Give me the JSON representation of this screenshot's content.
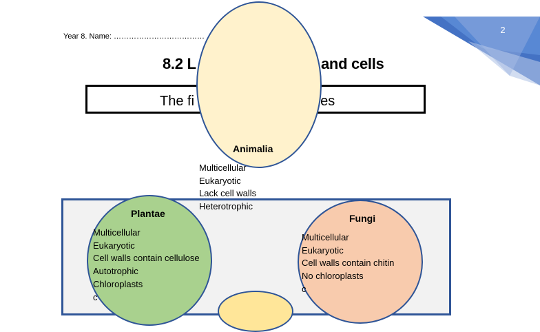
{
  "slide_number": "2",
  "header": {
    "name_line": "Year 8. Name: ………………………………",
    "title_left": "8.2 L",
    "title_right": "and cells",
    "subtitle_left": "The fi",
    "subtitle_right": "uses"
  },
  "kingdoms": {
    "animalia": {
      "name": "Animalia",
      "traits": [
        "Multicellular",
        "Eukaryotic",
        "Lack cell walls",
        "Heterotrophic"
      ]
    },
    "plantae": {
      "name": "Plantae",
      "traits": [
        "Multicellular",
        "Eukaryotic",
        "Cell walls contain cellulose",
        "Autotrophic",
        "Chloroplasts",
        "c"
      ]
    },
    "fungi": {
      "name": "Fungi",
      "traits": [
        "Multicellular",
        "Eukaryotic",
        "Cell walls contain chitin",
        "No chloroplasts",
        "c"
      ]
    }
  },
  "colors": {
    "accent": "#2f5597",
    "animalia_fill": "#fff2cc",
    "plantae_fill": "#a9d18e",
    "fungi_fill": "#f8cbad",
    "bottom_fill": "#ffe699",
    "panel_fill": "#f2f2f2"
  }
}
